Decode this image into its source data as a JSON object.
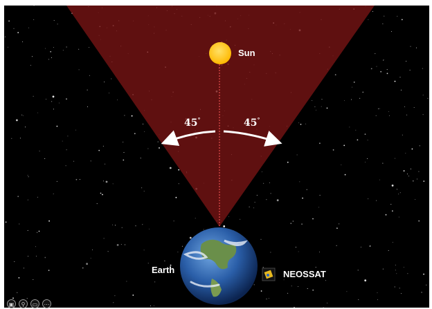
{
  "labels": {
    "sun": "Sun",
    "earth": "Earth",
    "satellite": "NEOSSAT",
    "angle_left": "45",
    "angle_right": "45",
    "degree_symbol": "°"
  },
  "toolbar": {
    "buttons": [
      {
        "name": "slides-button",
        "glyph": "▣"
      },
      {
        "name": "zoom-button",
        "glyph": "⚲"
      },
      {
        "name": "subtitles-button",
        "glyph": "▭"
      },
      {
        "name": "more-options-button",
        "glyph": "⋯"
      }
    ]
  },
  "colors": {
    "background": "#000000",
    "cone": "#7a1414",
    "sun": "#ffc400",
    "ocean": "#1f4f9c",
    "land": "#6a8f4a",
    "arrow": "#ffffff"
  }
}
